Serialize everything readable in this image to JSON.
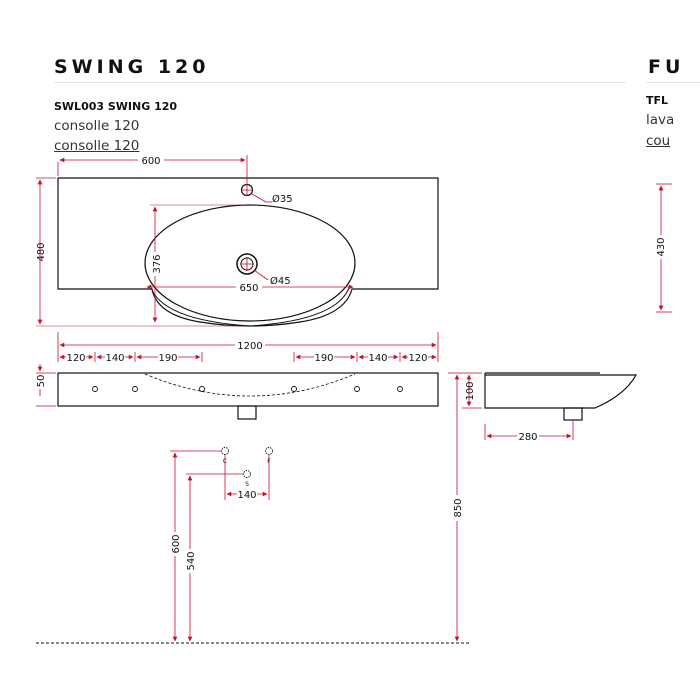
{
  "header": {
    "title": "SWING 120",
    "next_title": "FU",
    "product_code": "SWL003 SWING 120",
    "next_product_code": "TFL",
    "desc_line1": "consolle 120",
    "desc_line2": "consolle 120",
    "next_desc_line1": "lava",
    "next_desc_line2": "cou"
  },
  "dimensions": {
    "top_width_600": "600",
    "hole_35": "Ø35",
    "basin_depth_376": "376",
    "depth_480": "480",
    "drain_45": "Ø45",
    "basin_width_650": "650",
    "total_width_1200": "1200",
    "left_120": "120",
    "left_140": "140",
    "left_190": "190",
    "right_190": "190",
    "right_140": "140",
    "right_120": "120",
    "thickness_50": "50",
    "side_100": "100",
    "side_280": "280",
    "height_850": "850",
    "wall_600": "600",
    "wall_540": "540",
    "supply_140": "140",
    "next_430": "430"
  },
  "connections": {
    "cold": "C",
    "hot": "F",
    "drain": "S"
  },
  "colors": {
    "dimension": "#c8102e",
    "outline": "#111111"
  }
}
